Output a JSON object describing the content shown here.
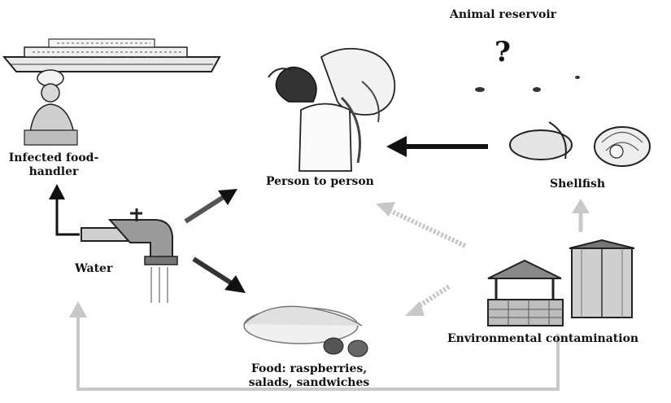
{
  "labels": {
    "animal_reservoir": "Animal reservoir",
    "question_mark": "?",
    "infected_food_handler_line1": "Infected food-",
    "infected_food_handler_line2": "handler",
    "person_to_person": "Person to person",
    "shellfish": "Shellfish",
    "water": "Water",
    "food_line1": "Food: raspberries,",
    "food_line2": "salads, sandwiches",
    "environmental_contamination": "Environmental contamination"
  },
  "colors": {
    "ink": "#111111",
    "faint_arrow": "#c8c8c8",
    "mid_grey": "#8a8a8a"
  },
  "icons": {
    "ship": "cruise-ship-icon",
    "chef": "food-handler-icon",
    "people": "embracing-people-icon",
    "shellfish": "shellfish-icon",
    "tap": "water-tap-icon",
    "food": "food-plate-icon",
    "well": "water-well-icon",
    "outhouse": "outhouse-icon"
  }
}
